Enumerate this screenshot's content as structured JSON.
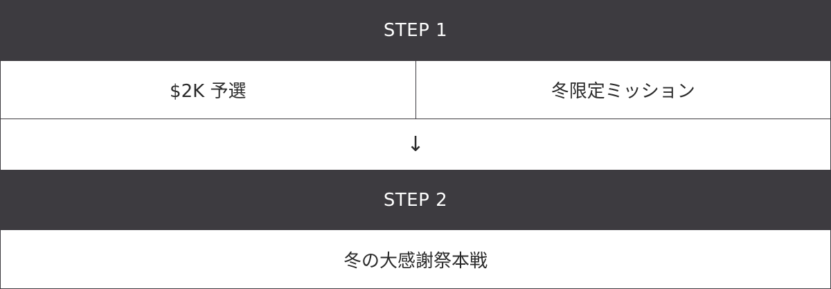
{
  "step1": {
    "label": "STEP 1",
    "options": [
      {
        "label": "$2K 予選"
      },
      {
        "label": "冬限定ミッション"
      }
    ]
  },
  "arrow": {
    "symbol": "↓"
  },
  "step2": {
    "label": "STEP 2",
    "result": "冬の大感謝祭本戦"
  },
  "colors": {
    "header_bg": "#3d3b40",
    "header_text": "#ffffff",
    "cell_bg": "#ffffff",
    "cell_text": "#2a2a2a",
    "border": "#3d3b40"
  }
}
